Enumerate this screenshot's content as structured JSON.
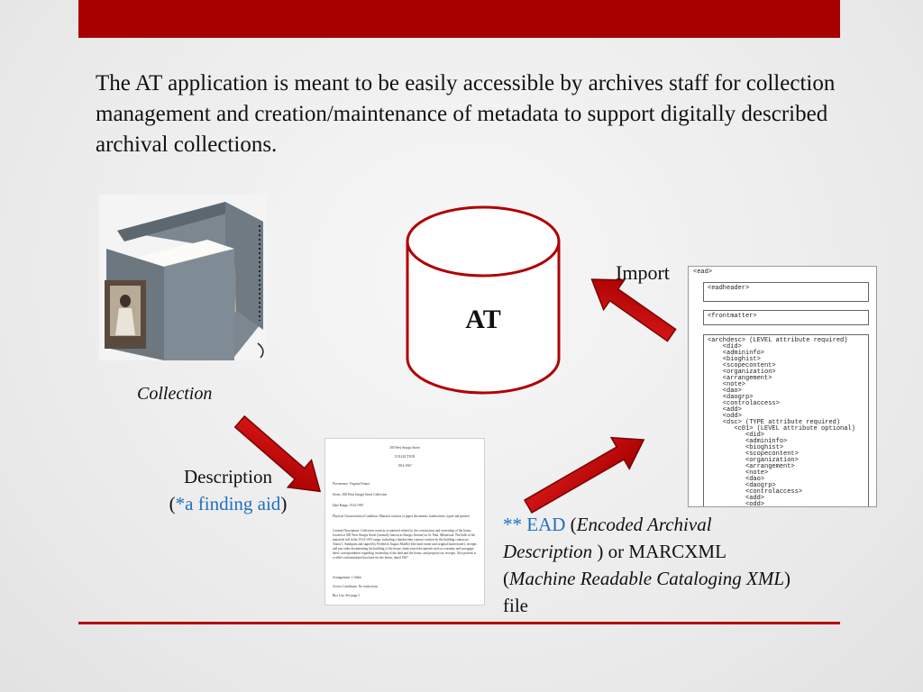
{
  "intro_text": "The AT application is meant to be easily accessible by archives staff for collection management and creation/maintenance of metadata to support digitally described archival collections.",
  "collection_caption": "Collection",
  "at_label": "AT",
  "import_label": "Import",
  "description": {
    "line1": "Description",
    "open": "(",
    "link": "*a finding aid",
    "close": ")"
  },
  "ead_caption": {
    "star": "** ",
    "ead": "EAD",
    "p1": " (",
    "italic1": "Encoded Archival Description",
    "p2": " ) or MARCXML (",
    "italic2": "Machine Readable Cataloging XML",
    "p3": ") file"
  },
  "ead_doc": {
    "root": "<ead>",
    "header": "<eadheader>",
    "front": "<frontmatter>",
    "arch_lines": "<archdesc> (LEVEL attribute required)\n    <did>\n    <admininfo>\n    <bioghist>\n    <scopecontent>\n    <organization>\n    <arrangement>\n    <note>\n    <dao>\n    <daogrp>\n    <controlaccess>\n    <add>\n    <odd>\n    <dsc> (TYPE attribute required)\n       <c01> (LEVEL attribute optional)\n          <did>\n          <admininfo>\n          <bioghist>\n          <scopecontent>\n          <organization>\n          <arrangement>\n          <note>\n          <dao>\n          <daogrp>\n          <controlaccess>\n          <add>\n          <odd>"
  },
  "finding_aid": {
    "t1": "300 West Sturgis Street",
    "t2": "COLLECTION",
    "t3": "1914-1967",
    "l1": "Provenance: Virginia Fenaoi",
    "l2": "Series: 300 West Sturgis Street Collection",
    "l3": "Date Range: 1914-1967",
    "l4": "Physical Characteristics/Condition: Material consists of paper documents: handwritten, typed and printed.",
    "l5": "Content Description: Collection consists of material related to the construction and ownership of the house located at 300 West Sturgis Street (formerly known as Sturgis Avenue) in St. Paul, Minnesota. The bulk of the materials fall in the 1914-1915 range, including a handwritten contract written by the building contractor Anton J. Sandquist and signed by Frederick August Mueller (the land owner and original homeowner), receipts and pay stubs documenting the building of the house, bank issued documents such as warranty and mortgage deed, correspondence regarding ownership of the land and the house, and property tax receipts. Also present is a seller's informational brochure for the house, dated 1967.",
    "l6": "Arrangement: 1 folder",
    "l7": "Access Conditions: No restrictions",
    "l8": "Box List: See page 2"
  },
  "colors": {
    "accent_red": "#a80000",
    "arrow_red": "#c00000",
    "link_blue": "#2070c0"
  }
}
